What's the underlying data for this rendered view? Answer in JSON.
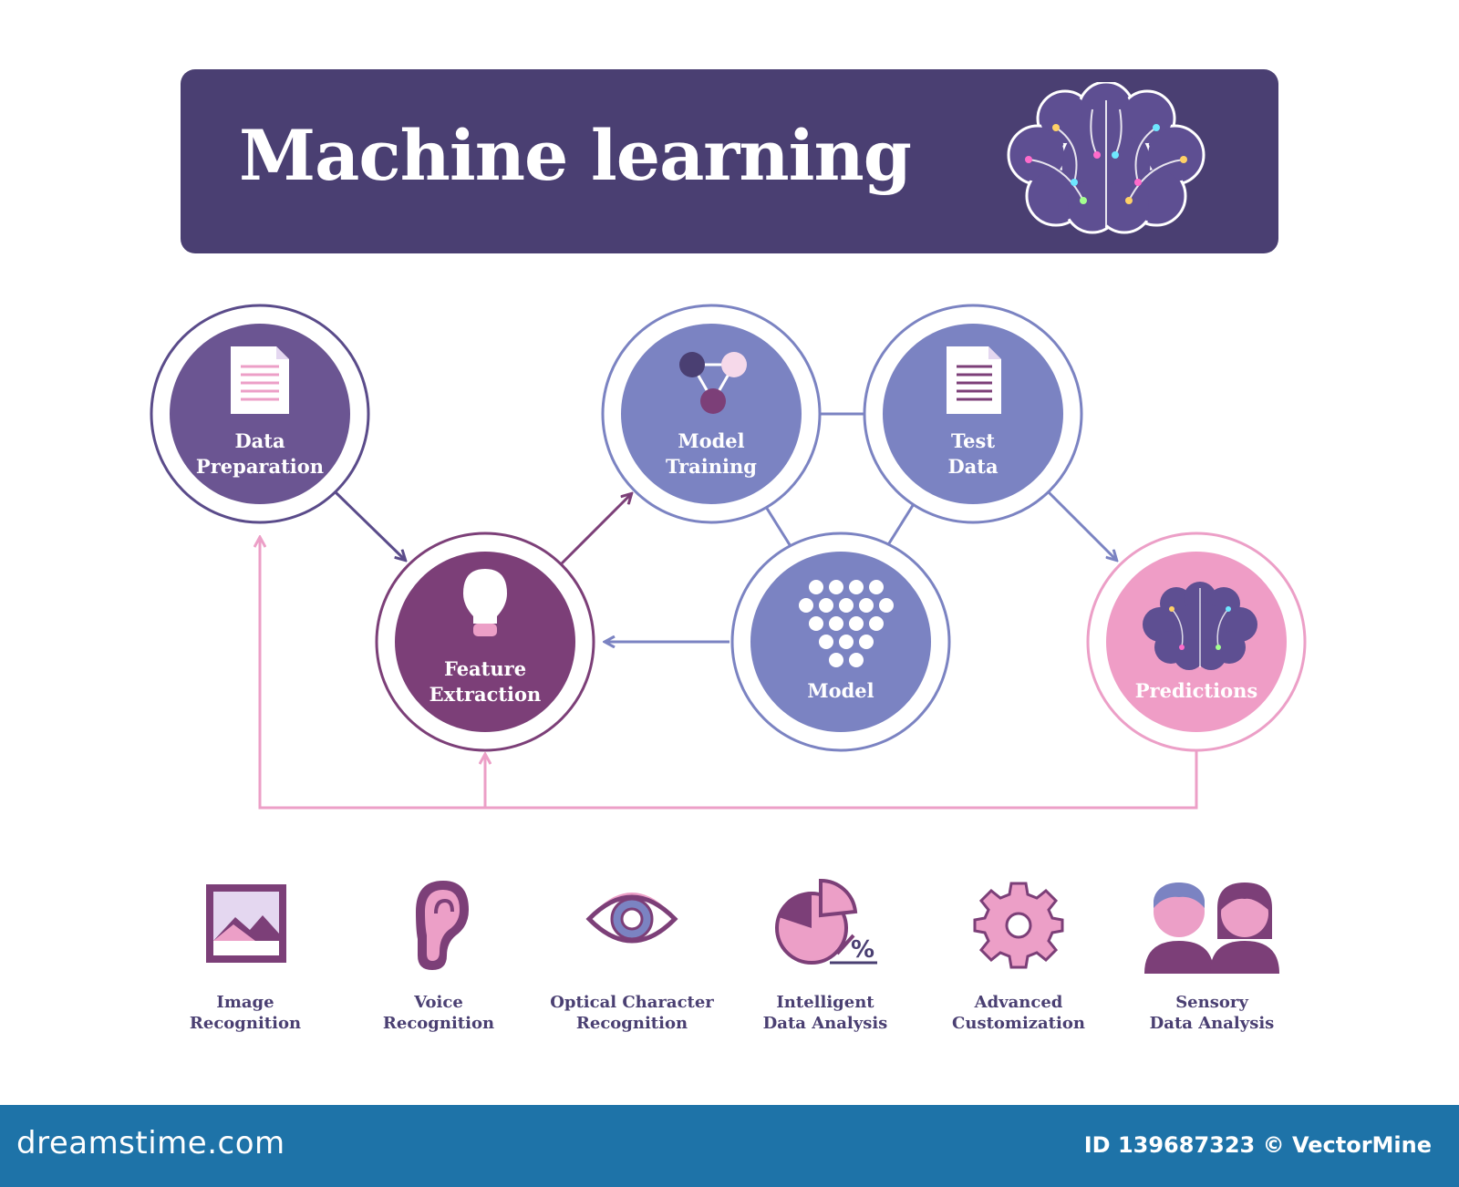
{
  "title": "Machine learning",
  "nodes": {
    "data_preparation": [
      "Data",
      "Preparation"
    ],
    "feature_extraction": [
      "Feature",
      "Extraction"
    ],
    "model_training": [
      "Model",
      "Training"
    ],
    "test_data": [
      "Test",
      "Data"
    ],
    "model": [
      "Model"
    ],
    "predictions": [
      "Predictions"
    ]
  },
  "applications": [
    {
      "icon": "image-icon",
      "label": [
        "Image",
        "Recognition"
      ]
    },
    {
      "icon": "ear-icon",
      "label": [
        "Voice",
        "Recognition"
      ]
    },
    {
      "icon": "eye-icon",
      "label": [
        "Optical Character",
        "Recognition"
      ]
    },
    {
      "icon": "pie-chart-percent-icon",
      "label": [
        "Intelligent",
        "Data Analysis"
      ]
    },
    {
      "icon": "gear-icon",
      "label": [
        "Advanced",
        "Customization"
      ]
    },
    {
      "icon": "people-icon",
      "label": [
        "Sensory",
        "Data Analysis"
      ]
    }
  ],
  "footer": {
    "site": "dreamstime.com",
    "id_text": "ID 139687323 © VectorMine"
  },
  "colors": {
    "banner": "#4a3f72",
    "data_preparation": "#6b5592",
    "feature_extraction": "#7c3f78",
    "periwinkle": "#7b83c2",
    "predictions": "#ef9dc6",
    "feedback_line": "#ec9fc7"
  }
}
